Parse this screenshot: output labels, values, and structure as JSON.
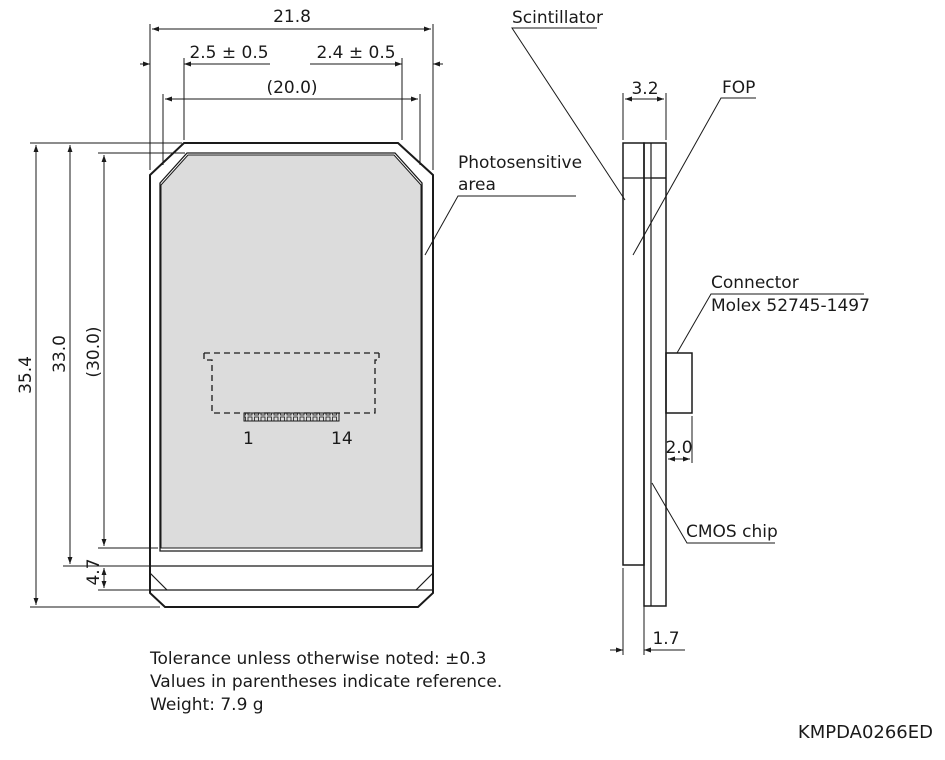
{
  "front_view": {
    "dims": {
      "overall_width": "21.8",
      "left_margin": "2.5 ± 0.5",
      "right_margin": "2.4 ± 0.5",
      "active_width": "(20.0)",
      "overall_height": "35.4",
      "body_height": "33.0",
      "active_height": "(30.0)",
      "bottom_offset": "4.7"
    },
    "pin_first": "1",
    "pin_last": "14"
  },
  "side_view": {
    "dims": {
      "thickness": "3.2",
      "connector_depth": "2.0",
      "board_thickness": "1.7"
    }
  },
  "callouts": {
    "scintillator": "Scintillator",
    "fop": "FOP",
    "photosensitive_line1": "Photosensitive",
    "photosensitive_line2": "area",
    "connector_line1": "Connector",
    "connector_line2": "Molex 52745-1497",
    "cmos": "CMOS chip"
  },
  "notes": [
    "Tolerance unless otherwise noted: ±0.3",
    "Values in parentheses indicate reference.",
    "Weight: 7.9 g"
  ],
  "drawing_code": "KMPDA0266ED"
}
